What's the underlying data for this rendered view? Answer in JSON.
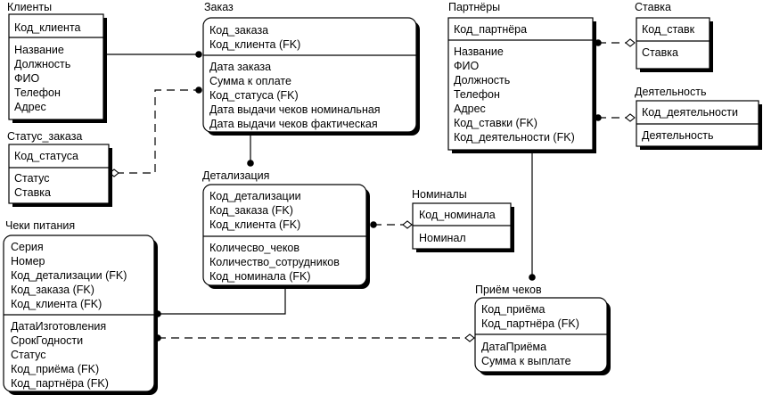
{
  "entities": {
    "clients": {
      "title": "Клиенты",
      "keys": [
        "Код_клиента"
      ],
      "attrs": [
        "Название",
        "Должность",
        "ФИО",
        "Телефон",
        "Адрес"
      ]
    },
    "order": {
      "title": "Заказ",
      "keys": [
        "Код_заказа",
        "Код_клиента (FK)"
      ],
      "attrs": [
        "Дата заказа",
        "Сумма к оплате",
        "Код_статуса (FK)",
        "Дата выдачи чеков номинальная",
        "Дата выдачи чеков фактическая"
      ]
    },
    "partners": {
      "title": "Партнёры",
      "keys": [
        "Код_партнёра"
      ],
      "attrs": [
        "Название",
        "ФИО",
        "Должность",
        "Телефон",
        "Адрес",
        "Код_ставки (FK)",
        "Код_деятельности (FK)"
      ]
    },
    "rate": {
      "title": "Ставка",
      "keys": [
        "Код_ставк"
      ],
      "attrs": [
        "Ставка"
      ]
    },
    "activity": {
      "title": "Деятельность",
      "keys": [
        "Код_деятельности"
      ],
      "attrs": [
        "Деятельность"
      ]
    },
    "order_status": {
      "title": "Статус_заказа",
      "keys": [
        "Код_статуса"
      ],
      "attrs": [
        "Статус",
        "Ставка"
      ]
    },
    "detail": {
      "title": "Детализация",
      "keys": [
        "Код_детализации",
        "Код_заказа (FK)",
        "Код_клиента (FK)"
      ],
      "attrs": [
        "Количесво_чеков",
        "Количество_сотрудников",
        "Код_номинала (FK)"
      ]
    },
    "nominals": {
      "title": "Номиналы",
      "keys": [
        "Код_номинала"
      ],
      "attrs": [
        "Номинал"
      ]
    },
    "meal_checks": {
      "title": "Чеки питания",
      "keys": [
        "Серия",
        "Номер",
        "Код_детализации (FK)",
        "Код_заказа (FK)",
        "Код_клиента (FK)"
      ],
      "attrs": [
        "ДатаИзготовления",
        "СрокГодности",
        "Статус",
        "Код_приёма (FK)",
        "Код_партнёра (FK)"
      ]
    },
    "check_receipt": {
      "title": "Приём чеков",
      "keys": [
        "Код_приёма",
        "Код_партнёра (FK)"
      ],
      "attrs": [
        "ДатаПриёма",
        "Сумма к выплате"
      ]
    }
  }
}
